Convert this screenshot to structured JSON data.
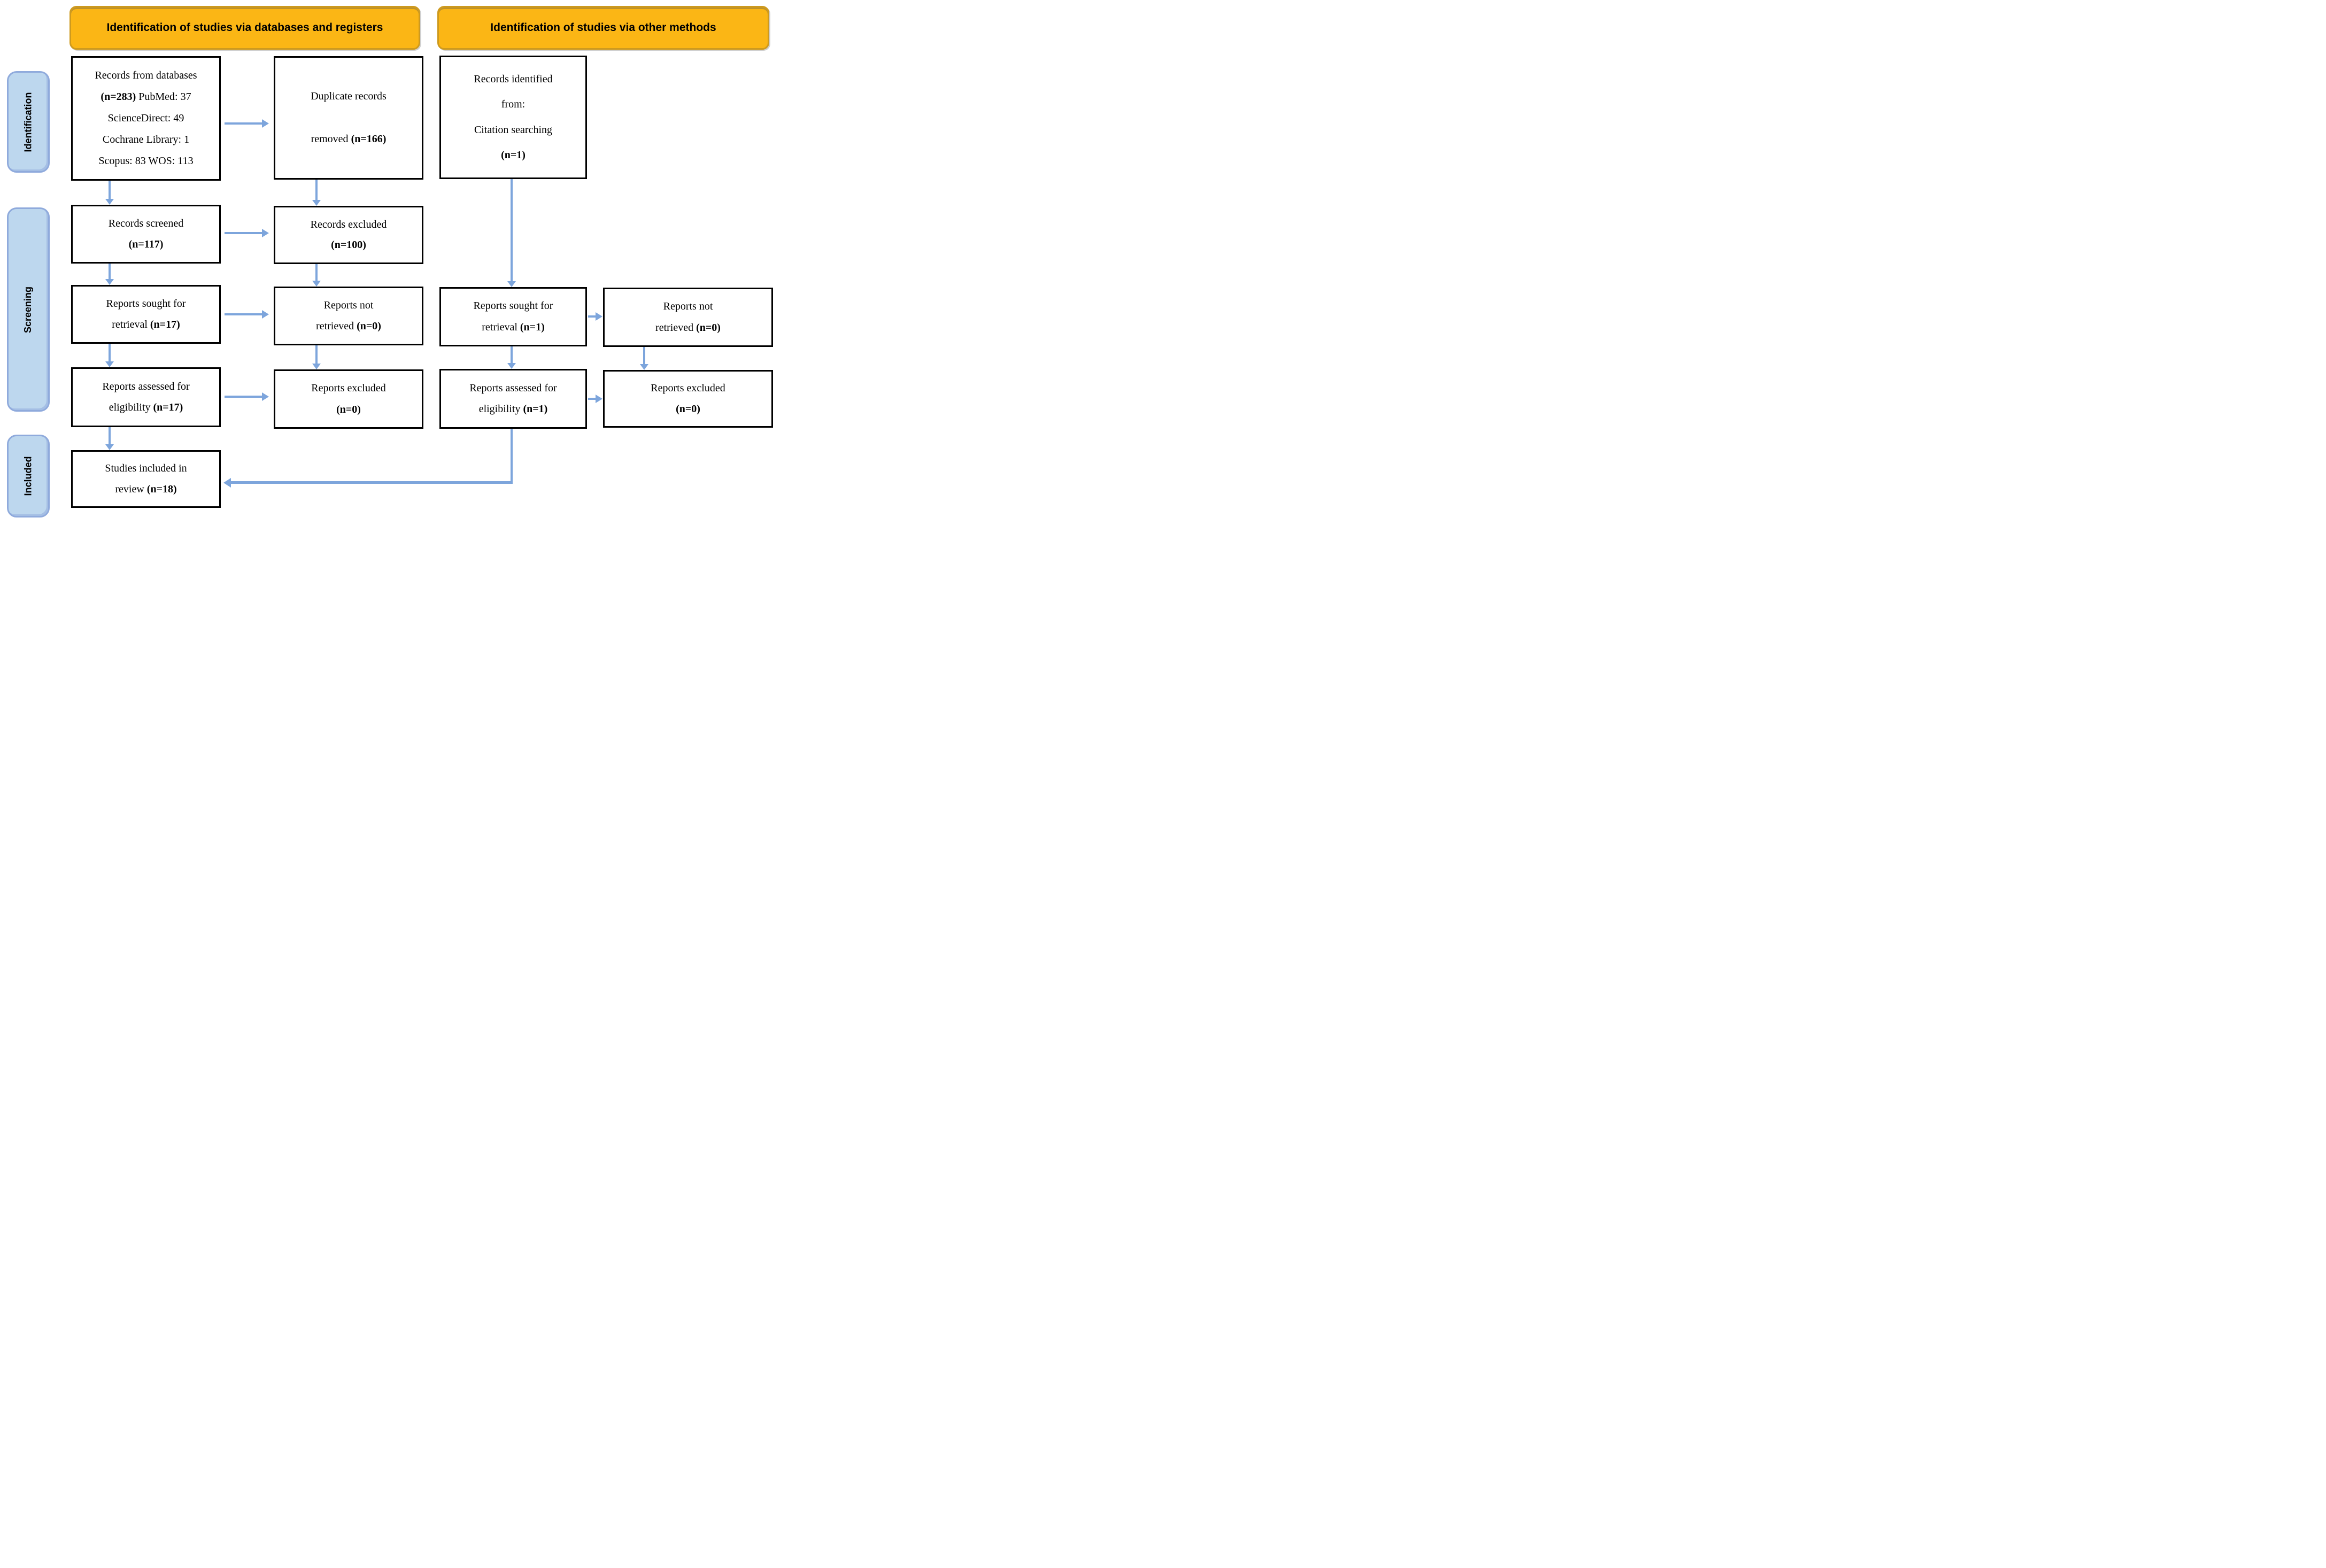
{
  "title": "PRISMA flow diagram",
  "colors": {
    "banner_fill": "#FBB615",
    "banner_border": "#CE9A1E",
    "stage_fill": "#BDD7EE",
    "stage_border": "#8FAADC",
    "arrow": "#7DA5DC",
    "box_border": "#000000"
  },
  "banners": [
    {
      "label": "Identification of studies via databases and registers"
    },
    {
      "label": "Identification of studies via other methods"
    }
  ],
  "stages": [
    {
      "label": "Identification"
    },
    {
      "label": "Screening"
    },
    {
      "label": "Included"
    }
  ],
  "boxes": {
    "db_records": {
      "lines": [
        [
          {
            "t": "Records from databases",
            "b": false
          }
        ],
        [
          {
            "t": "(n=283)",
            "b": true
          },
          {
            "t": " PubMed: 37",
            "b": false
          }
        ],
        [
          {
            "t": "ScienceDirect: 49",
            "b": false
          }
        ],
        [
          {
            "t": "Cochrane Library: 1",
            "b": false
          }
        ],
        [
          {
            "t": "Scopus: 83 WOS: 113",
            "b": false
          }
        ]
      ]
    },
    "duplicates_removed": {
      "lines": [
        [
          {
            "t": "Duplicate records",
            "b": false
          }
        ],
        [
          {
            "t": "removed ",
            "b": false
          },
          {
            "t": "(n=166)",
            "b": true
          }
        ]
      ]
    },
    "records_identified_other": {
      "lines": [
        [
          {
            "t": "Records identified",
            "b": false
          }
        ],
        [
          {
            "t": "from:",
            "b": false
          }
        ],
        [
          {
            "t": "Citation searching",
            "b": false
          }
        ],
        [
          {
            "t": "(n=1)",
            "b": true
          }
        ]
      ]
    },
    "records_screened": {
      "lines": [
        [
          {
            "t": "Records screened",
            "b": false
          }
        ],
        [
          {
            "t": "(n=117)",
            "b": true
          }
        ]
      ]
    },
    "records_excluded": {
      "lines": [
        [
          {
            "t": "Records excluded",
            "b": false
          }
        ],
        [
          {
            "t": "(n=100)",
            "b": true
          }
        ]
      ]
    },
    "reports_sought_db": {
      "lines": [
        [
          {
            "t": "Reports sought for",
            "b": false
          }
        ],
        [
          {
            "t": "retrieval ",
            "b": false
          },
          {
            "t": "(n=17)",
            "b": true
          }
        ]
      ]
    },
    "reports_not_retrieved_db": {
      "lines": [
        [
          {
            "t": "Reports not",
            "b": false
          }
        ],
        [
          {
            "t": "retrieved ",
            "b": false
          },
          {
            "t": "(n=0)",
            "b": true
          }
        ]
      ]
    },
    "reports_sought_other": {
      "lines": [
        [
          {
            "t": "Reports sought for",
            "b": false
          }
        ],
        [
          {
            "t": "retrieval ",
            "b": false
          },
          {
            "t": "(n=1)",
            "b": true
          }
        ]
      ]
    },
    "reports_not_retrieved_other": {
      "lines": [
        [
          {
            "t": "Reports not",
            "b": false
          }
        ],
        [
          {
            "t": "retrieved ",
            "b": false
          },
          {
            "t": "(n=0)",
            "b": true
          }
        ]
      ]
    },
    "reports_assessed_db": {
      "lines": [
        [
          {
            "t": "Reports assessed for",
            "b": false
          }
        ],
        [
          {
            "t": "eligibility ",
            "b": false
          },
          {
            "t": "(n=17)",
            "b": true
          }
        ]
      ]
    },
    "reports_excluded_db": {
      "lines": [
        [
          {
            "t": "Reports excluded",
            "b": false
          }
        ],
        [
          {
            "t": "(n=0)",
            "b": true
          }
        ]
      ]
    },
    "reports_assessed_other": {
      "lines": [
        [
          {
            "t": "Reports assessed for",
            "b": false
          }
        ],
        [
          {
            "t": "eligibility ",
            "b": false
          },
          {
            "t": "(n=1)",
            "b": true
          }
        ]
      ]
    },
    "reports_excluded_other": {
      "lines": [
        [
          {
            "t": "Reports excluded",
            "b": false
          }
        ],
        [
          {
            "t": "(n=0)",
            "b": true
          }
        ]
      ]
    },
    "studies_included": {
      "lines": [
        [
          {
            "t": "Studies included in",
            "b": false
          }
        ],
        [
          {
            "t": "review ",
            "b": false
          },
          {
            "t": "(n=18)",
            "b": true
          }
        ]
      ]
    }
  }
}
